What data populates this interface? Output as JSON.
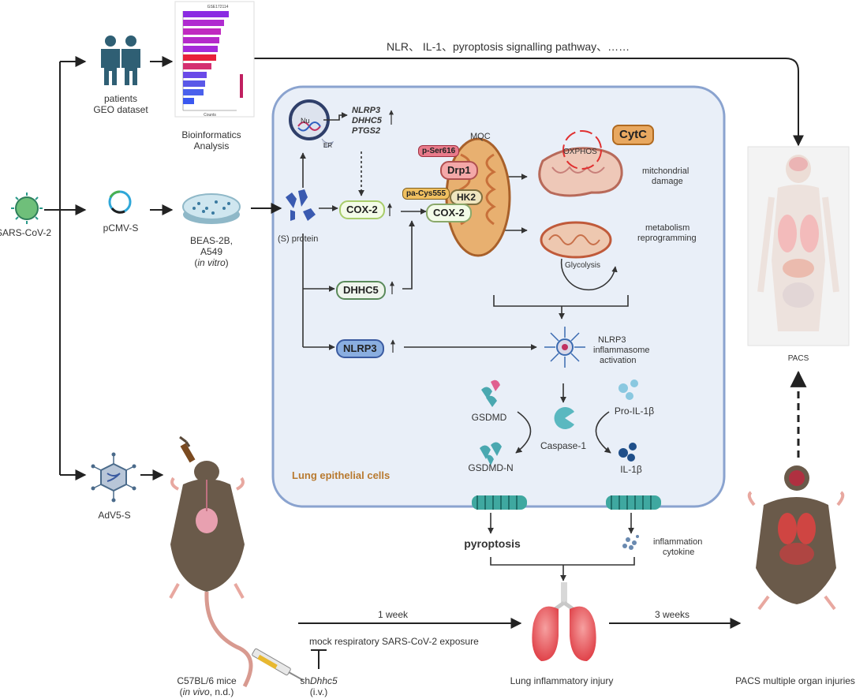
{
  "top_pathway": "NLR、 IL-1、pyroptosis signalling pathway、……",
  "left": {
    "virus": "SARS-CoV-2",
    "patients": "patients",
    "geo": "GEO dataset",
    "pcmv": "pCMV-S",
    "cells": "BEAS-2B,",
    "cells2": "A549",
    "in_vitro": "in vitro",
    "adv": "AdV5-S"
  },
  "bioinformatics": {
    "title": "GSE172114",
    "line1": "Bioinformatics",
    "line2": "Analysis",
    "counts": "Counts",
    "bar_colors": [
      "#8a2be2",
      "#b02bd0",
      "#c02ac0",
      "#b52aca",
      "#a52ad8",
      "#e8203a",
      "#d43070",
      "#6a4ae8",
      "#5a58e8",
      "#4a60ec",
      "#3a58f0"
    ]
  },
  "cell": {
    "label": "Lung epithelial cells",
    "nu": "Nu",
    "er": "ER",
    "genes": [
      "NLRP3",
      "DHHC5",
      "PTGS2"
    ],
    "s_protein": "(S)  protein",
    "cox2": "COX-2",
    "dhhc5": "DHHC5",
    "nlrp3": "NLRP3",
    "mqc": "MQC",
    "pser": "p-Ser616",
    "drp1": "Drp1",
    "pacys": "pa-Cys555",
    "hk2": "HK2",
    "cox2b": "COX-2",
    "cytc": "CytC",
    "oxphos": "OXPHOS",
    "mito_damage1": "mitchondrial",
    "mito_damage2": "damage",
    "metab1": "metabolism",
    "metab2": "reprogramming",
    "glycolysis": "Glycolysis",
    "inflam1": "NLRP3",
    "inflam2": "inflammasome",
    "inflam3": "activation",
    "gsdmd": "GSDMD",
    "gsdmdn": "GSDMD-N",
    "caspase": "Caspase-1",
    "proil": "Pro-IL-1β",
    "il1b": "IL-1β"
  },
  "outcomes": {
    "pyroptosis": "pyroptosis",
    "cytokine1": "inflammation",
    "cytokine2": "cytokine",
    "lung_injury": "Lung inflammatory injury",
    "pacs": "PACS",
    "pacs_multi": "PACS multiple organ injuries",
    "week1": "1 week",
    "week3": "3 weeks",
    "mock": "mock respiratory SARS-CoV-2  exposure",
    "mice1": "C57BL/6 mice",
    "in_vivo": "in vivo",
    "nd": ", n.d.)",
    "sh": "sh",
    "dhhc5_gene": "Dhhc5",
    "iv": "(i.v.)"
  }
}
